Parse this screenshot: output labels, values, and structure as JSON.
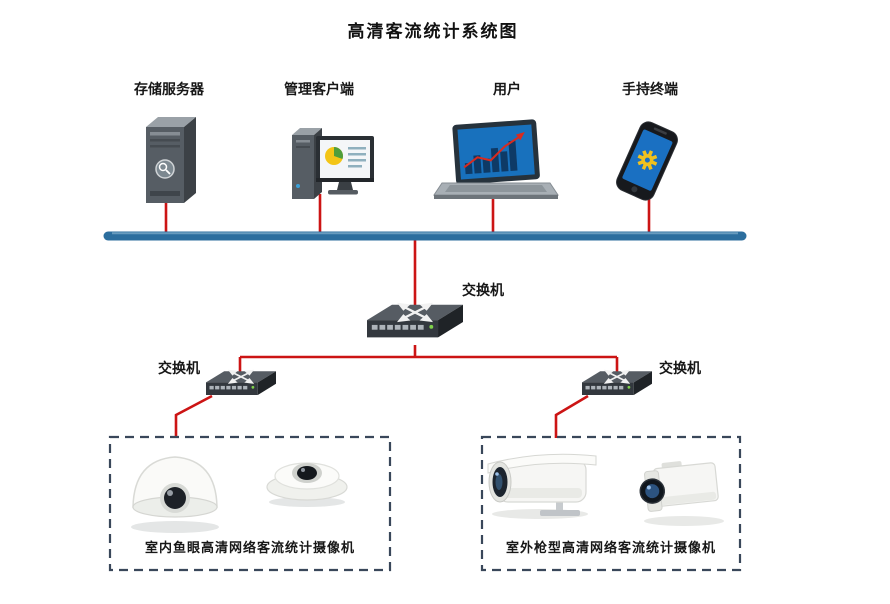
{
  "title": "高清客流统计系统图",
  "top_devices": [
    {
      "id": "storage-server",
      "label": "存储服务器"
    },
    {
      "id": "management-client",
      "label": "管理客户端"
    },
    {
      "id": "user",
      "label": "用户"
    },
    {
      "id": "handheld-terminal",
      "label": "手持终端"
    }
  ],
  "switches": {
    "core": {
      "label": "交换机"
    },
    "left": {
      "label": "交换机"
    },
    "right": {
      "label": "交换机"
    }
  },
  "camera_groups": {
    "indoor": {
      "label": "室内鱼眼高清网络客流统计摄像机",
      "cameras": [
        "fisheye-dome-camera",
        "fisheye-flat-camera"
      ]
    },
    "outdoor": {
      "label": "室外枪型高清网络客流统计摄像机",
      "cameras": [
        "bullet-camera",
        "box-camera"
      ]
    }
  },
  "icons": {
    "storage_server": "server-tower-icon",
    "management_client": "desktop-computer-icon",
    "user": "laptop-icon",
    "handheld_terminal": "smartphone-icon",
    "switch": "network-switch-icon",
    "indoor_cameras": [
      "fisheye-dome-camera-icon",
      "fisheye-flat-camera-icon"
    ],
    "outdoor_cameras": [
      "bullet-camera-icon",
      "box-camera-icon"
    ]
  },
  "colors": {
    "bus": "#2c6e9e",
    "link": "#cc1414",
    "dashed_box_border": "#39475a",
    "background": "#ffffff"
  }
}
